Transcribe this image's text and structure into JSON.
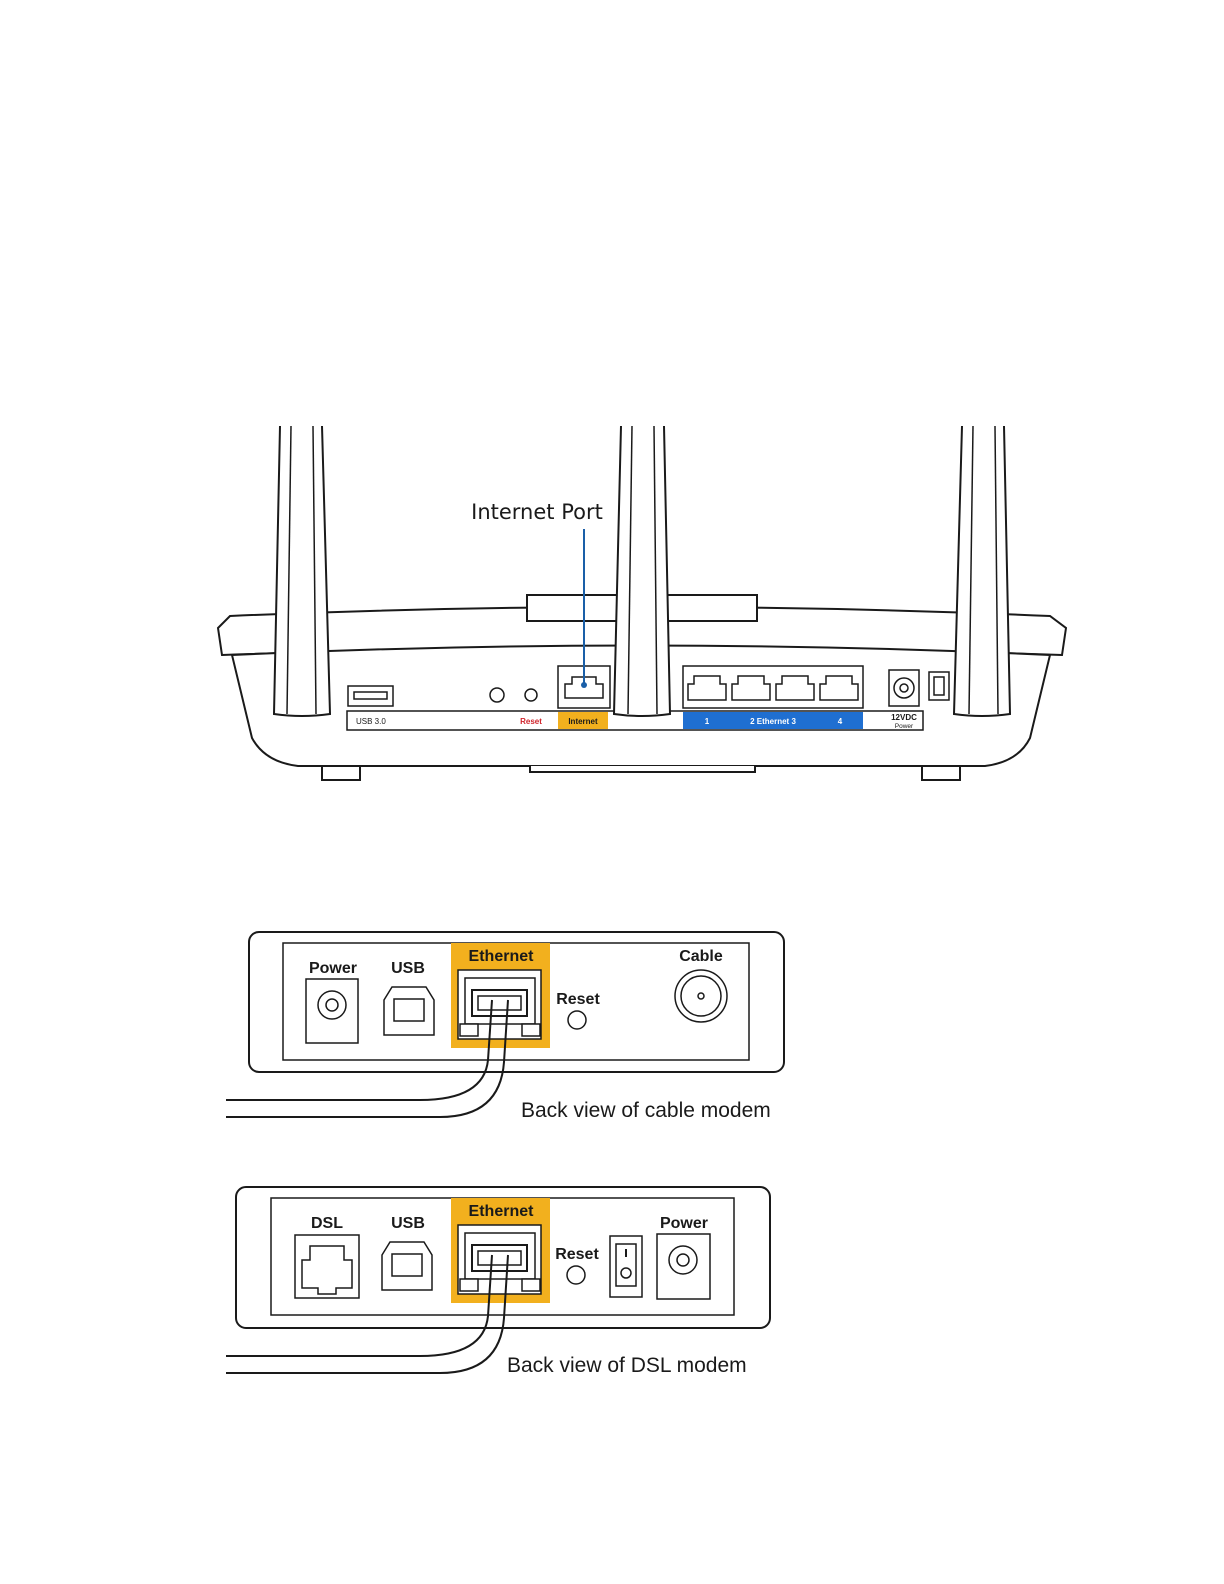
{
  "router": {
    "callout": "Internet Port",
    "labels": {
      "usb": "USB 3.0",
      "reset": "Reset",
      "internet": "Internet",
      "lan1": "1",
      "lan_mid": "2  Ethernet  3",
      "lan4": "4",
      "power_top": "12VDC",
      "power_bottom": "Power"
    }
  },
  "cable_modem": {
    "labels": {
      "power": "Power",
      "usb": "USB",
      "ethernet": "Ethernet",
      "reset": "Reset",
      "cable": "Cable"
    },
    "caption": "Back view of cable modem"
  },
  "dsl_modem": {
    "labels": {
      "dsl": "DSL",
      "usb": "USB",
      "ethernet": "Ethernet",
      "reset": "Reset",
      "power": "Power"
    },
    "caption": "Back view of DSL modem"
  },
  "colors": {
    "highlight_yellow": "#f2b01e",
    "lan_blue": "#1f6fd1",
    "callout_blue": "#1a5fa8",
    "reset_red": "#d0242b",
    "line": "#1a1a1a"
  }
}
